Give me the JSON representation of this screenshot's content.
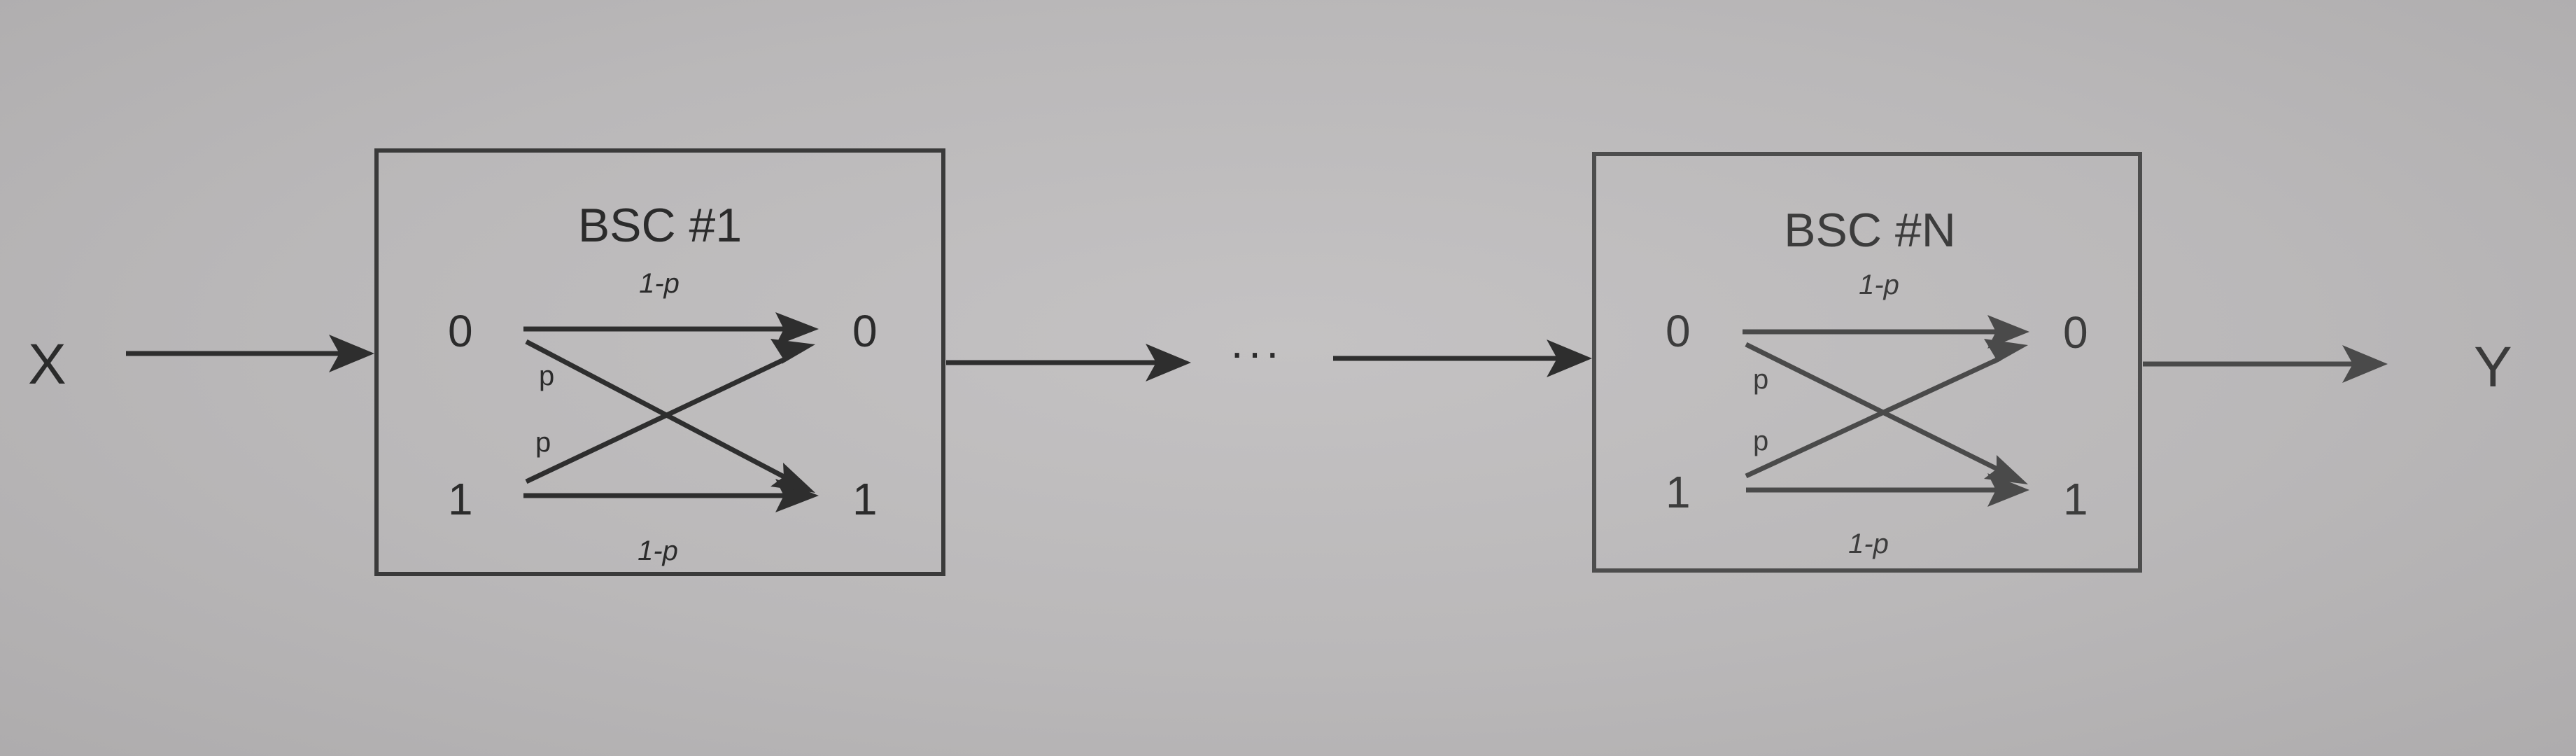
{
  "input_label": "X",
  "output_label": "Y",
  "ellipsis": "···",
  "channels": [
    {
      "title": "BSC #1",
      "top_prob": "1-p",
      "bottom_prob": "1-p",
      "cross_prob_upper": "p",
      "cross_prob_lower": "p",
      "in_bits": [
        "0",
        "1"
      ],
      "out_bits": [
        "0",
        "1"
      ]
    },
    {
      "title": "BSC #N",
      "top_prob": "1-p",
      "bottom_prob": "1-p",
      "cross_prob_upper": "p",
      "cross_prob_lower": "p",
      "in_bits": [
        "0",
        "1"
      ],
      "out_bits": [
        "0",
        "1"
      ]
    }
  ]
}
